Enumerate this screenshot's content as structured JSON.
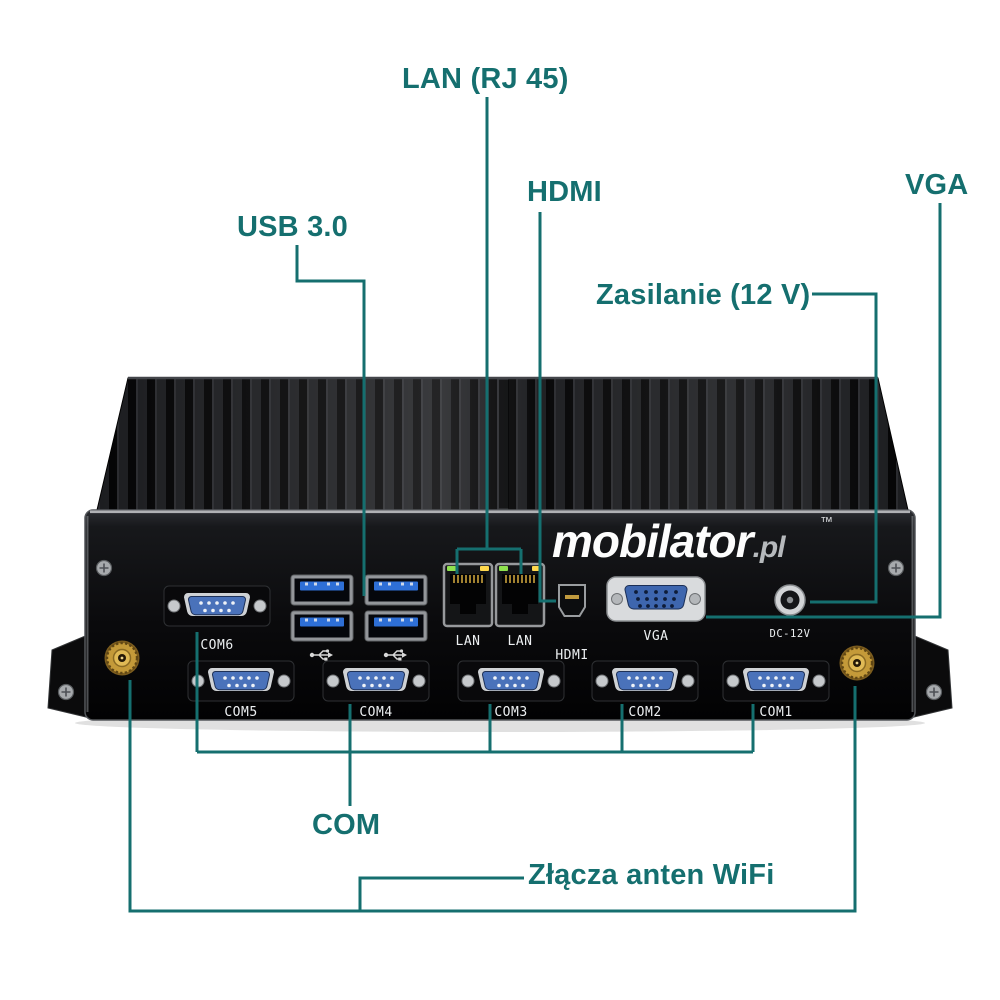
{
  "figure": {
    "accent_color": "#156f6f",
    "background": "#ffffff"
  },
  "callouts": {
    "lan": {
      "label": "LAN (RJ 45)"
    },
    "hdmi": {
      "label": "HDMI"
    },
    "usb": {
      "label": "USB 3.0"
    },
    "vga": {
      "label": "VGA"
    },
    "power": {
      "label": "Zasilanie (12 V)"
    },
    "com": {
      "label": "COM"
    },
    "wifi": {
      "label": "Złącza anten WiFi"
    }
  },
  "device": {
    "brand": {
      "name": "mobilator",
      "tld": ".pl",
      "trademark": "™"
    },
    "ports": {
      "com6": "COM6",
      "com5": "COM5",
      "com4": "COM4",
      "com3": "COM3",
      "com2": "COM2",
      "com1": "COM1",
      "lan_left": "LAN",
      "lan_right": "LAN",
      "hdmi": "HDMI",
      "vga": "VGA",
      "dc": "DC-12V"
    },
    "colors": {
      "usb_blue": "#2e6fd6",
      "dsub_blue": "#4a72ba",
      "antenna_gold": "#c49a39",
      "led_green": "#8fe14f",
      "led_yellow": "#ffd84d",
      "chassis": "#0b0b0d"
    }
  }
}
